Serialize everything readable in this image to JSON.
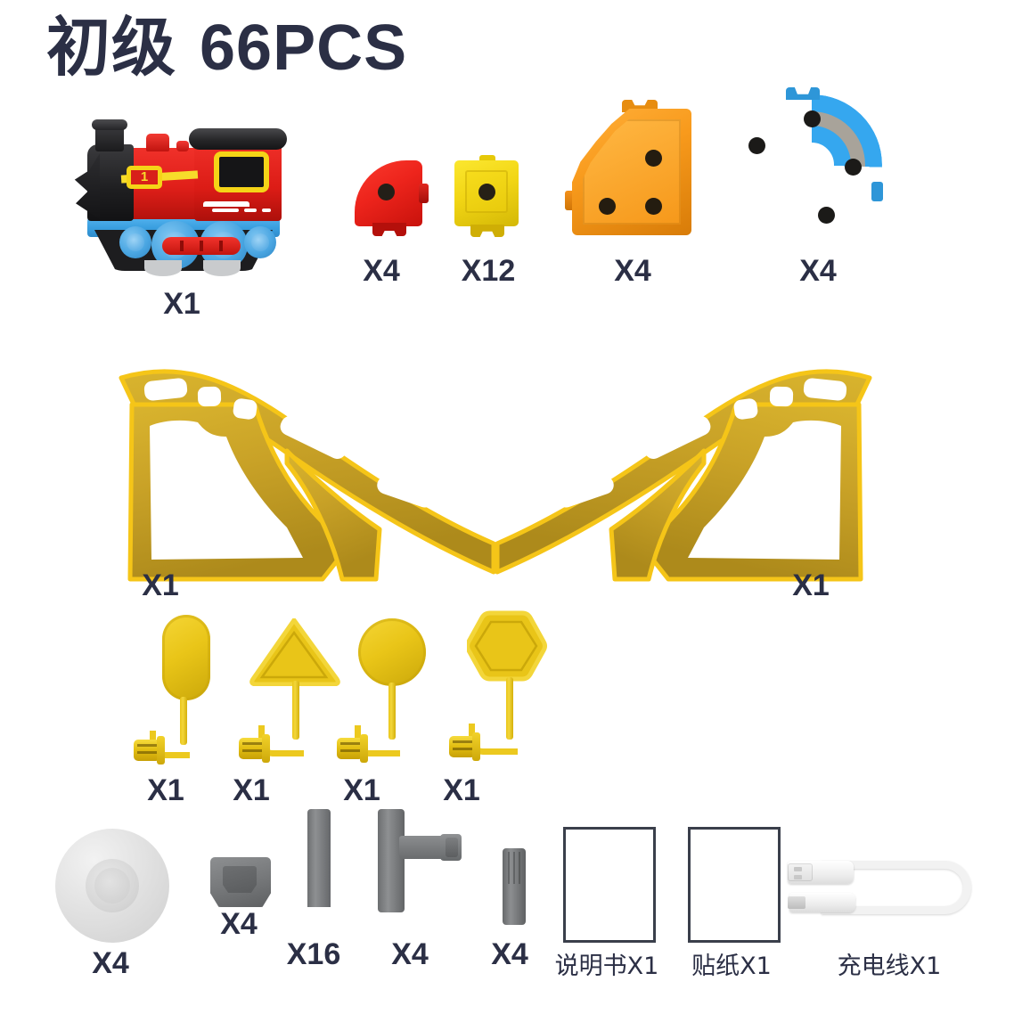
{
  "header": {
    "level_cn": "初级",
    "pieces": "66PCS"
  },
  "parts": [
    {
      "id": "train",
      "name": "red-locomotive",
      "count": "X1",
      "number_plate": "1"
    },
    {
      "id": "red-block",
      "name": "red-quarter-block",
      "count": "X4"
    },
    {
      "id": "yellow-block",
      "name": "yellow-square-block",
      "count": "X12"
    },
    {
      "id": "orange-block",
      "name": "orange-corner-bracket",
      "count": "X4"
    },
    {
      "id": "blue-track",
      "name": "blue-curved-track",
      "count": "X4"
    },
    {
      "id": "ramp-left",
      "name": "yellow-ramp-left",
      "count": "X1"
    },
    {
      "id": "ramp-right",
      "name": "yellow-ramp-right",
      "count": "X1"
    },
    {
      "id": "sign-pill",
      "name": "yellow-sign-rounded",
      "count": "X1"
    },
    {
      "id": "sign-tri",
      "name": "yellow-sign-triangle",
      "count": "X1"
    },
    {
      "id": "sign-circle",
      "name": "yellow-sign-circle",
      "count": "X1"
    },
    {
      "id": "sign-hex",
      "name": "yellow-sign-hexagon",
      "count": "X1"
    },
    {
      "id": "disc",
      "name": "gray-disc",
      "count": "X4"
    },
    {
      "id": "cap",
      "name": "gray-cap",
      "count": "X4"
    },
    {
      "id": "pin16",
      "name": "gray-post-pin",
      "count": "X16"
    },
    {
      "id": "tee",
      "name": "gray-tee-connector",
      "count": "X4"
    },
    {
      "id": "axle",
      "name": "gray-axle-pin",
      "count": "X4"
    },
    {
      "id": "box-manual",
      "name": "instruction-manual",
      "count": "说明书X1"
    },
    {
      "id": "box-sticker",
      "name": "sticker-sheet",
      "count": "贴纸X1"
    },
    {
      "id": "usb",
      "name": "usb-charging-cable",
      "count": "充电线X1"
    }
  ],
  "colors": {
    "title": "#2b2f45",
    "red": "#e01f19",
    "yellow": "#f2d615",
    "orange": "#f89a1c",
    "blue": "#35a7ef",
    "ramp_gold": "#c9a227",
    "ramp_edge": "#f5c518",
    "gray": "#77797b",
    "background": "#ffffff"
  }
}
